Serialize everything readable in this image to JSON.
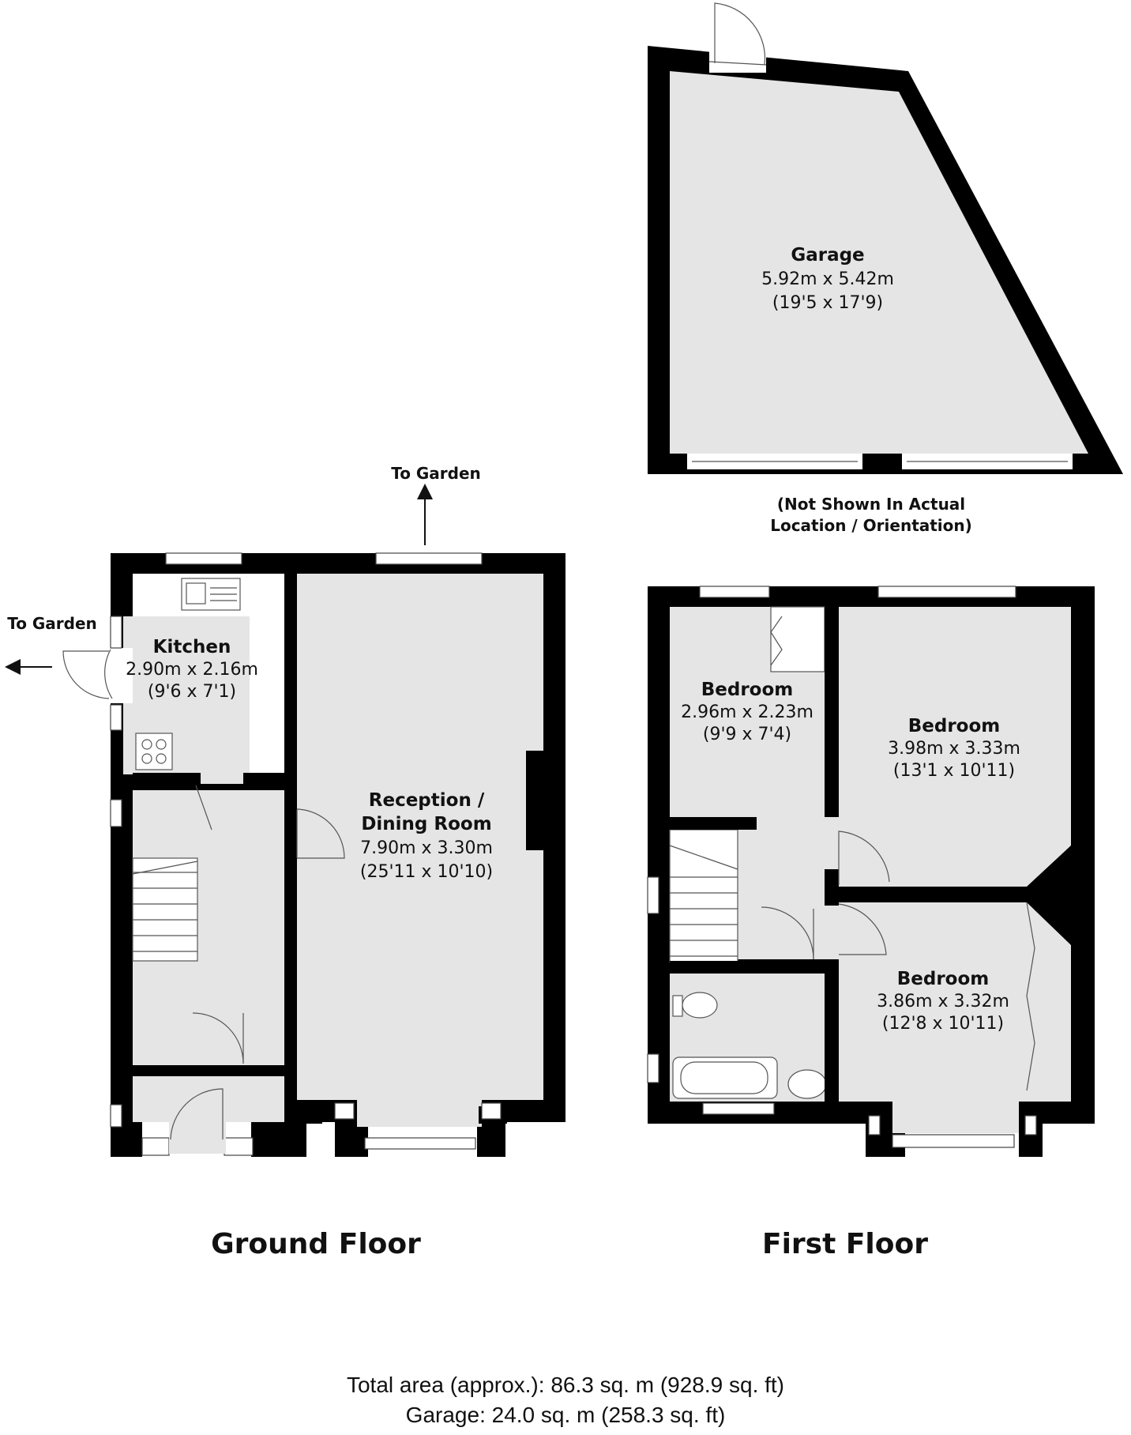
{
  "garage": {
    "name": "Garage",
    "dim_m": "5.92m x 5.42m",
    "dim_ft": "(19'5 x 17'9)",
    "note_line1": "(Not Shown In Actual",
    "note_line2": "Location / Orientation)"
  },
  "ground_floor": {
    "title": "Ground Floor",
    "to_garden_top": "To Garden",
    "to_garden_left": "To Garden",
    "kitchen": {
      "name": "Kitchen",
      "dim_m": "2.90m x 2.16m",
      "dim_ft": "(9'6 x 7'1)"
    },
    "reception": {
      "name_line1": "Reception /",
      "name_line2": "Dining Room",
      "dim_m": "7.90m x 3.30m",
      "dim_ft": "(25'11 x 10'10)"
    }
  },
  "first_floor": {
    "title": "First Floor",
    "bedroom_small": {
      "name": "Bedroom",
      "dim_m": "2.96m x 2.23m",
      "dim_ft": "(9'9 x 7'4)"
    },
    "bedroom_large": {
      "name": "Bedroom",
      "dim_m": "3.98m x 3.33m",
      "dim_ft": "(13'1 x 10'11)"
    },
    "bedroom_third": {
      "name": "Bedroom",
      "dim_m": "3.86m x 3.32m",
      "dim_ft": "(12'8 x 10'11)"
    }
  },
  "totals": {
    "total_area": "Total area (approx.): 86.3 sq. m (928.9 sq. ft)",
    "garage_area": "Garage: 24.0 sq. m (258.3 sq. ft)"
  }
}
